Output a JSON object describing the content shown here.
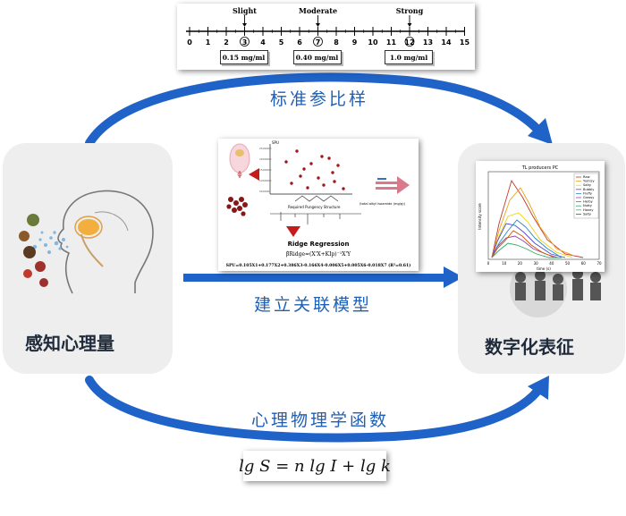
{
  "scale": {
    "ticks": [
      "0",
      "1",
      "2",
      "3",
      "4",
      "5",
      "6",
      "7",
      "8",
      "9",
      "10",
      "11",
      "12",
      "13",
      "14",
      "15"
    ],
    "markers": [
      {
        "label": "Slight",
        "value": 3,
        "conc": "0.15 mg/ml"
      },
      {
        "label": "Moderate",
        "value": 7,
        "conc": "0.40 mg/ml"
      },
      {
        "label": "Strong",
        "value": 12,
        "conc": "1.0 mg/ml"
      }
    ]
  },
  "labels": {
    "top_flow": "标准参比样",
    "middle_flow": "建立关联模型",
    "bottom_flow": "心理物理学函数",
    "left_card": "感知心理量",
    "right_card": "数字化表征"
  },
  "regression": {
    "ylabel": "SPU",
    "xlabel": "Required Pungency Structure",
    "side_label": "(total alkyl isoamide (mg/g))",
    "title": "Ridge Regression",
    "formula": "β̂Ridge=(X'X+KIp)⁻¹X'Y",
    "equation": "SPU=0.105X1+0.177X2+0.386X3-0.166X4-0.006X5+0.005X6-0.018X7 (R²=0.61)"
  },
  "psych_formula": "lg S = n lg I + lg k",
  "chart": {
    "title": "TL producers PC",
    "ylabel": "Intensity score",
    "xlabel": "time (s)",
    "xticks": [
      "0",
      "10",
      "20",
      "30",
      "40",
      "50",
      "60",
      "70"
    ],
    "legend": [
      "Raw",
      "Yumizy",
      "Salty",
      "Bubbly",
      "Fluffy",
      "Grassy",
      "Herby",
      "Nutty",
      "Honey",
      "Salty"
    ]
  }
}
